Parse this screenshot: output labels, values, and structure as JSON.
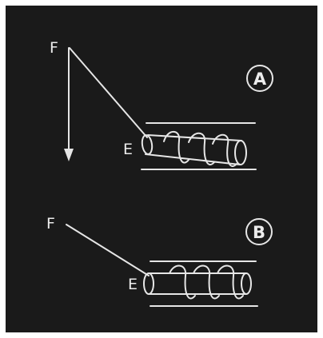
{
  "panels": {
    "a": {
      "label": "A",
      "point_top": "F",
      "point_end": "E"
    },
    "b": {
      "label": "B",
      "point_top": "F",
      "point_end": "E"
    }
  },
  "colors": {
    "background": "#1a1a1a",
    "chalk": "#e6e6e6",
    "border": "#ffffff"
  }
}
